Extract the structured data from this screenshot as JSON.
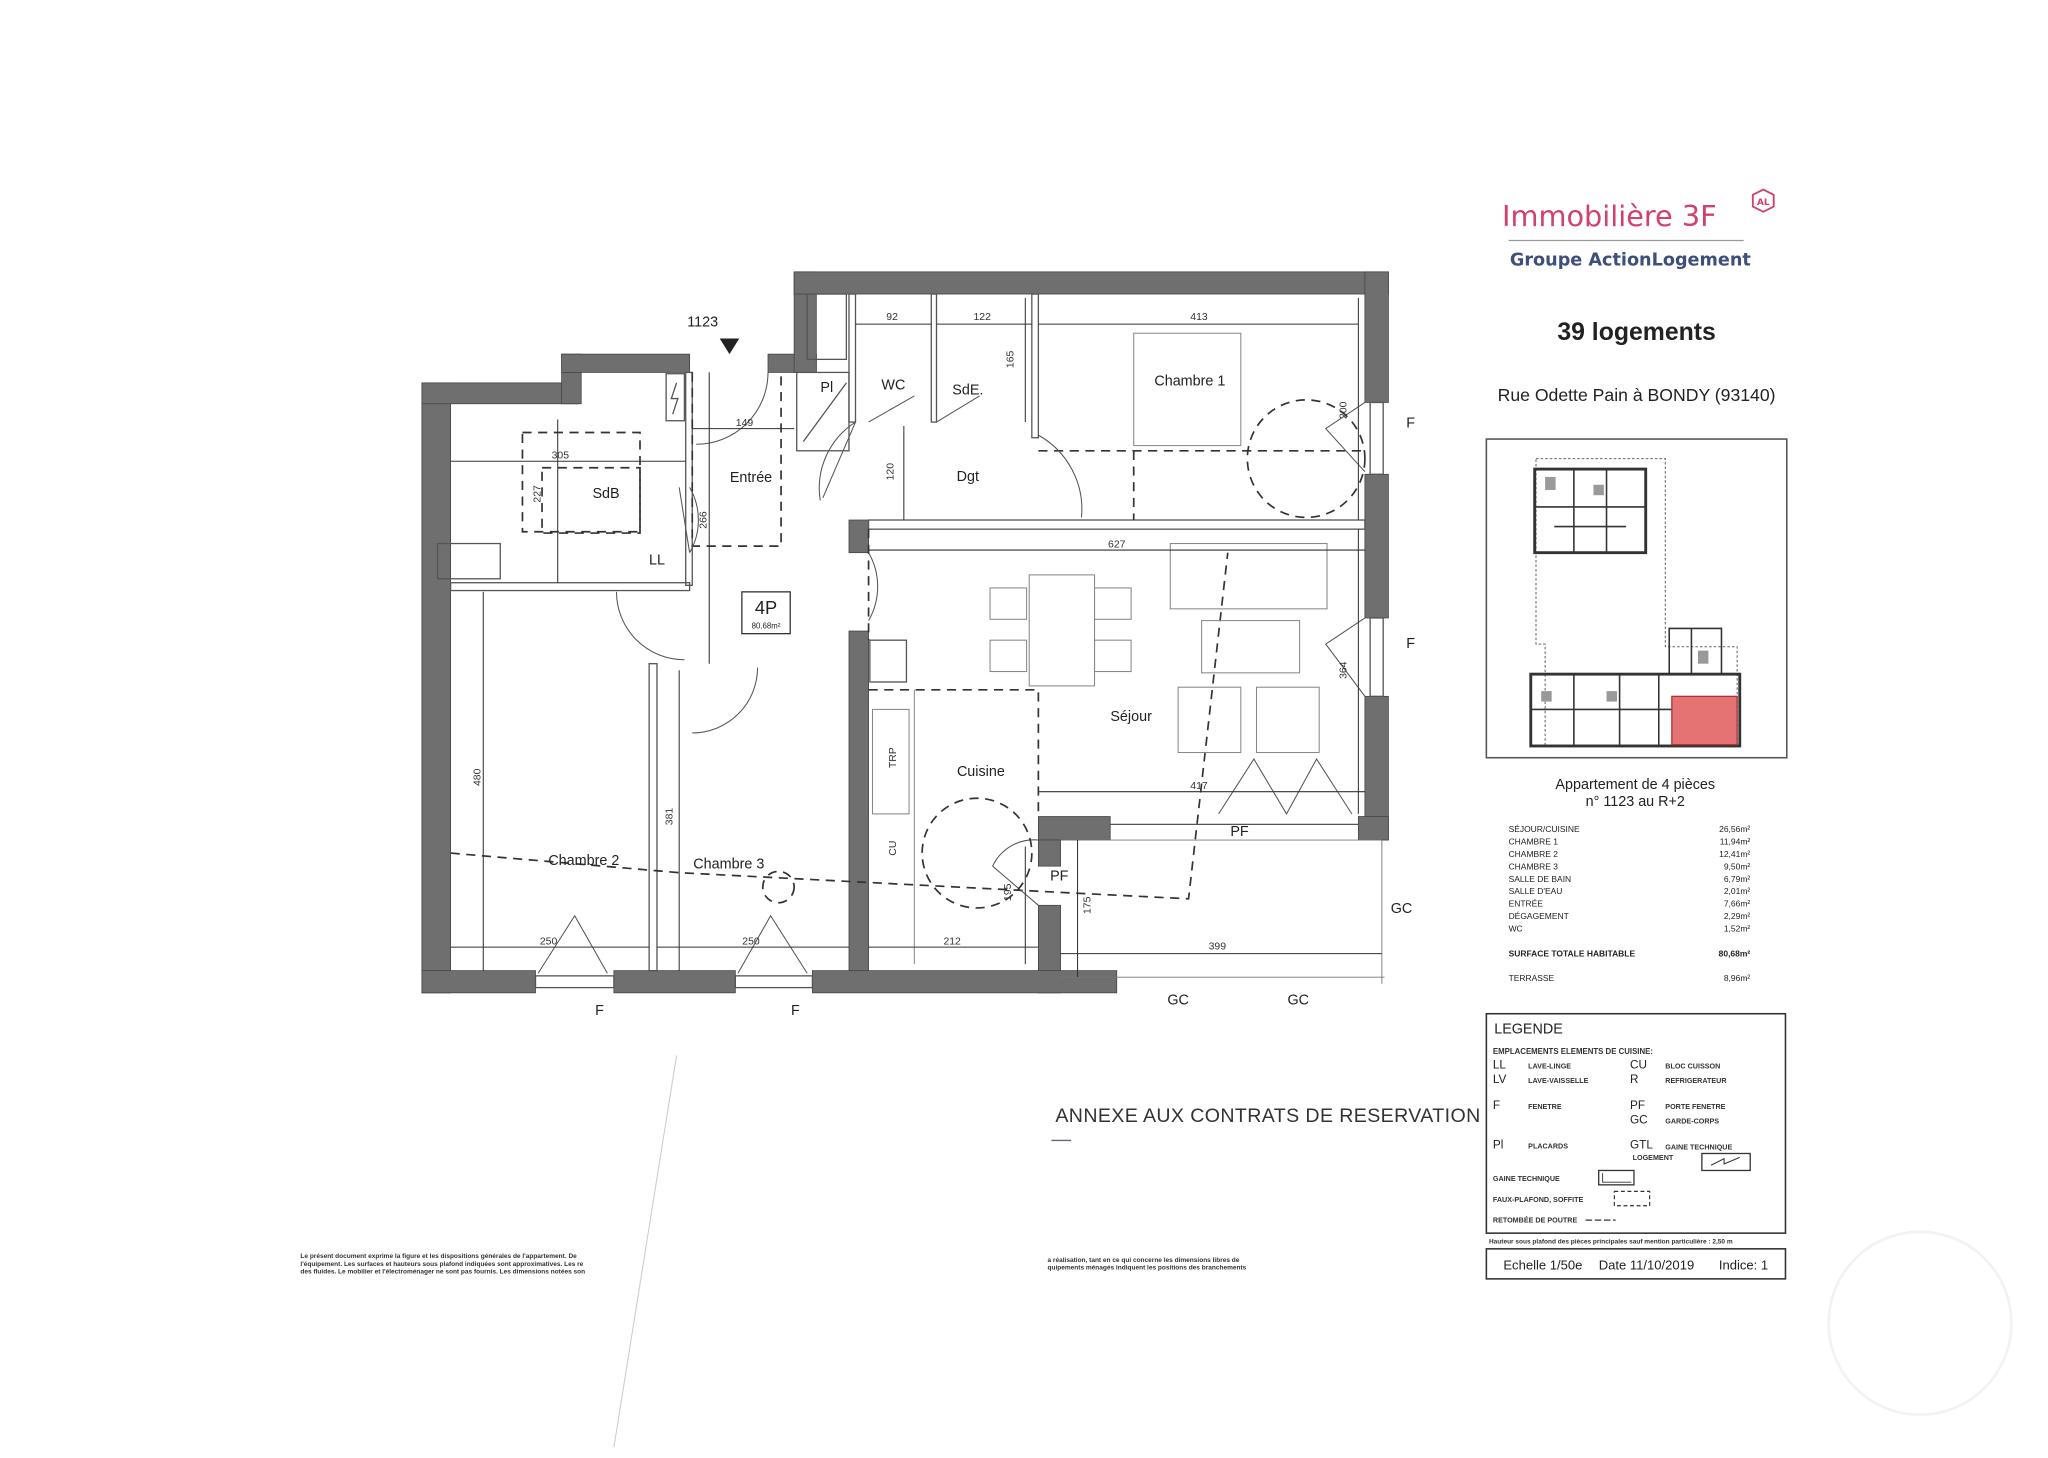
{
  "header": {
    "brand": "Immobilière 3F",
    "brand_badge": "AL",
    "group": "Groupe ActionLogement",
    "project": "39 logements",
    "address": "Rue Odette Pain à BONDY (93140)"
  },
  "colors": {
    "brand_pink": "#d0416b",
    "brand_blue": "#3d4f7a",
    "highlight_red": "#e05a5a",
    "wall_gray": "#6f6f6f"
  },
  "plan": {
    "unit_number": "1123",
    "type_badge": "4P",
    "type_area": "80.68m²",
    "rooms": {
      "pl": "Pl",
      "wc": "WC",
      "sde": "SdE.",
      "chambre1": "Chambre 1",
      "entree": "Entrée",
      "dgt": "Dgt",
      "sdb": "SdB",
      "ll": "LL",
      "sejour": "Séjour",
      "cuisine": "Cuisine",
      "chambre2": "Chambre 2",
      "chambre3": "Chambre 3",
      "trp": "TRP",
      "cu": "CU"
    },
    "openings": {
      "f_ch1": "F",
      "f_sejour": "F",
      "f_ch2": "F",
      "f_ch3": "F",
      "pf_sejour": "PF",
      "pf_cuisine": "PF",
      "gc_right": "GC",
      "gc_bottom1": "GC",
      "gc_bottom2": "GC"
    },
    "dimensions": {
      "wc_w": "92",
      "sde_w": "122",
      "sde_h": "165",
      "ch1_w": "413",
      "entree_w": "149",
      "sdb_w": "305",
      "sdb_h": "227",
      "entree_h": "266",
      "dgt_h": "120",
      "sejour_w": "627",
      "ch1_win": "200",
      "sejour_win": "364",
      "sejour_w2": "417",
      "ch2_h": "480",
      "ch3_h": "381",
      "ch2_w": "250",
      "ch3_w": "250",
      "cuisine_w": "212",
      "cuisine_door": "195",
      "terrasse_h": "175",
      "terrasse_w": "399"
    }
  },
  "annex_title": "ANNEXE AUX CONTRATS DE RESERVATION",
  "disclaimer_left": [
    "Le présent document exprime la figure et les dispositions générales de l'appartement. De",
    "l'équipement. Les surfaces et hauteurs sous plafond indiquées sont approximatives. Les re",
    "des fluides. Le mobilier et l'électroménager ne sont pas fournis. Les dimensions notées son"
  ],
  "disclaimer_middle": [
    "a réalisation, tant en ce qui concerne les dimensions libres de",
    "quipements ménagés indiquent les positions des branchements"
  ],
  "apartment": {
    "title_line1": "Appartement de 4 pièces",
    "title_line2": "n° 1123 au R+2",
    "areas": [
      {
        "room": "SÉJOUR/CUISINE",
        "area": "26,56m²"
      },
      {
        "room": "CHAMBRE 1",
        "area": "11,94m²"
      },
      {
        "room": "CHAMBRE 2",
        "area": "12,41m²"
      },
      {
        "room": "CHAMBRE 3",
        "area": "9,50m²"
      },
      {
        "room": "SALLE DE BAIN",
        "area": "6,79m²"
      },
      {
        "room": "SALLE D'EAU",
        "area": "2,01m²"
      },
      {
        "room": "ENTRÉE",
        "area": "7,66m²"
      },
      {
        "room": "DÉGAGEMENT",
        "area": "2,29m²"
      },
      {
        "room": "WC",
        "area": "1,52m²"
      }
    ],
    "total_label": "SURFACE TOTALE HABITABLE",
    "total_area": "80,68m²",
    "terrace_label": "TERRASSE",
    "terrace_area": "8,96m²"
  },
  "legend": {
    "title": "LEGENDE",
    "subtitle": "EMPLACEMENTS ELEMENTS DE CUISINE:",
    "items": [
      {
        "code": "LL",
        "label": "LAVE-LINGE"
      },
      {
        "code": "LV",
        "label": "LAVE-VAISSELLE"
      },
      {
        "code": "CU",
        "label": "BLOC CUISSON"
      },
      {
        "code": "R",
        "label": "REFRIGERATEUR"
      },
      {
        "code": "F",
        "label": "FENETRE"
      },
      {
        "code": "PF",
        "label": "PORTE FENETRE"
      },
      {
        "code": "GC",
        "label": "GARDE-CORPS"
      },
      {
        "code": "Pl",
        "label": "PLACARDS"
      },
      {
        "code": "GTL",
        "label": "GAINE TECHNIQUE"
      }
    ],
    "gtl_suffix": "LOGEMENT",
    "gaine": "GAINE TECHNIQUE",
    "faux_plafond": "FAUX-PLAFOND, SOFFITE",
    "retombee": "RETOMBÉE DE POUTRE"
  },
  "ceiling_note": "Hauteur sous plafond des pièces principales sauf mention particulière : 2,50 m",
  "footer": {
    "scale": "Echelle 1/50e",
    "date": "Date 11/10/2019",
    "index": "Indice: 1"
  }
}
